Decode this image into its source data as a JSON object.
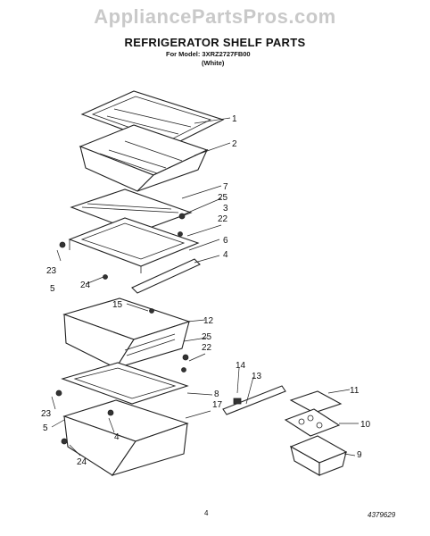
{
  "watermark": "AppliancePartsPros.com",
  "title": "REFRIGERATOR SHELF PARTS",
  "model_line": "For Model: 3XRZ2727FB00",
  "color_line": "(White)",
  "page_number": "4",
  "doc_number": "4379629",
  "callouts": [
    "1",
    "2",
    "7",
    "25",
    "3",
    "22",
    "6",
    "4",
    "23",
    "5",
    "24",
    "15",
    "12",
    "25",
    "22",
    "14",
    "13",
    "11",
    "8",
    "17",
    "23",
    "5",
    "4",
    "24",
    "10",
    "9"
  ]
}
